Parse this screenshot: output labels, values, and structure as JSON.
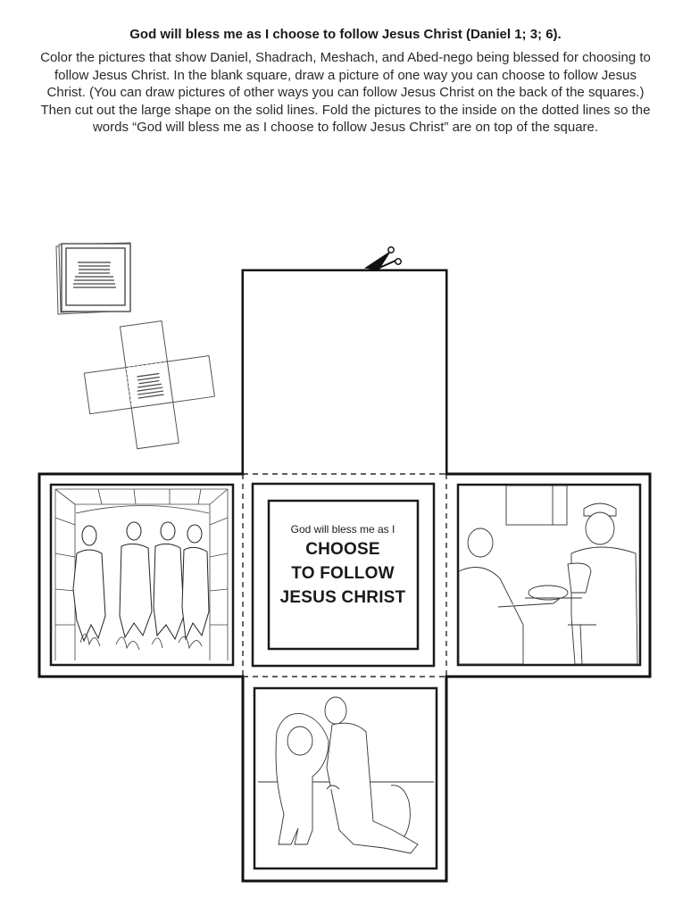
{
  "header": {
    "title": "God will bless me as I choose to follow Jesus Christ (Daniel 1; 3; 6).",
    "instructions": "Color the pictures that show Daniel, Shadrach, Meshach, and Abed-nego being blessed for choosing to follow Jesus Christ. In the blank square, draw a picture of one way you can choose to follow Jesus Christ. (You can draw pictures of other ways you can follow Jesus Christ on the back of the squares.) Then cut out the large shape on the solid lines. Fold the pictures to the inside on the dotted lines so the words “God will bless me as I choose to follow Jesus Christ” are on top of the square."
  },
  "center_square": {
    "small_line": "God will bless me as I",
    "big_lines": [
      "CHOOSE",
      "TO FOLLOW",
      "JESUS CHRIST"
    ]
  },
  "panels": {
    "top": "blank square for drawing",
    "left": "Shadrach, Meshach, Abed-nego and a fourth figure in the fiery furnace",
    "right": "Daniel refusing the king's meat",
    "bottom": "Daniel kneeling beside a lion"
  },
  "icons": {
    "scissors": "scissors-icon",
    "folded_diagram": "folded-square-diagram",
    "unfolded_diagram": "unfolded-cross-diagram"
  },
  "colors": {
    "ink": "#1a1a1a",
    "text": "#2a2a2a",
    "paper": "#ffffff"
  }
}
